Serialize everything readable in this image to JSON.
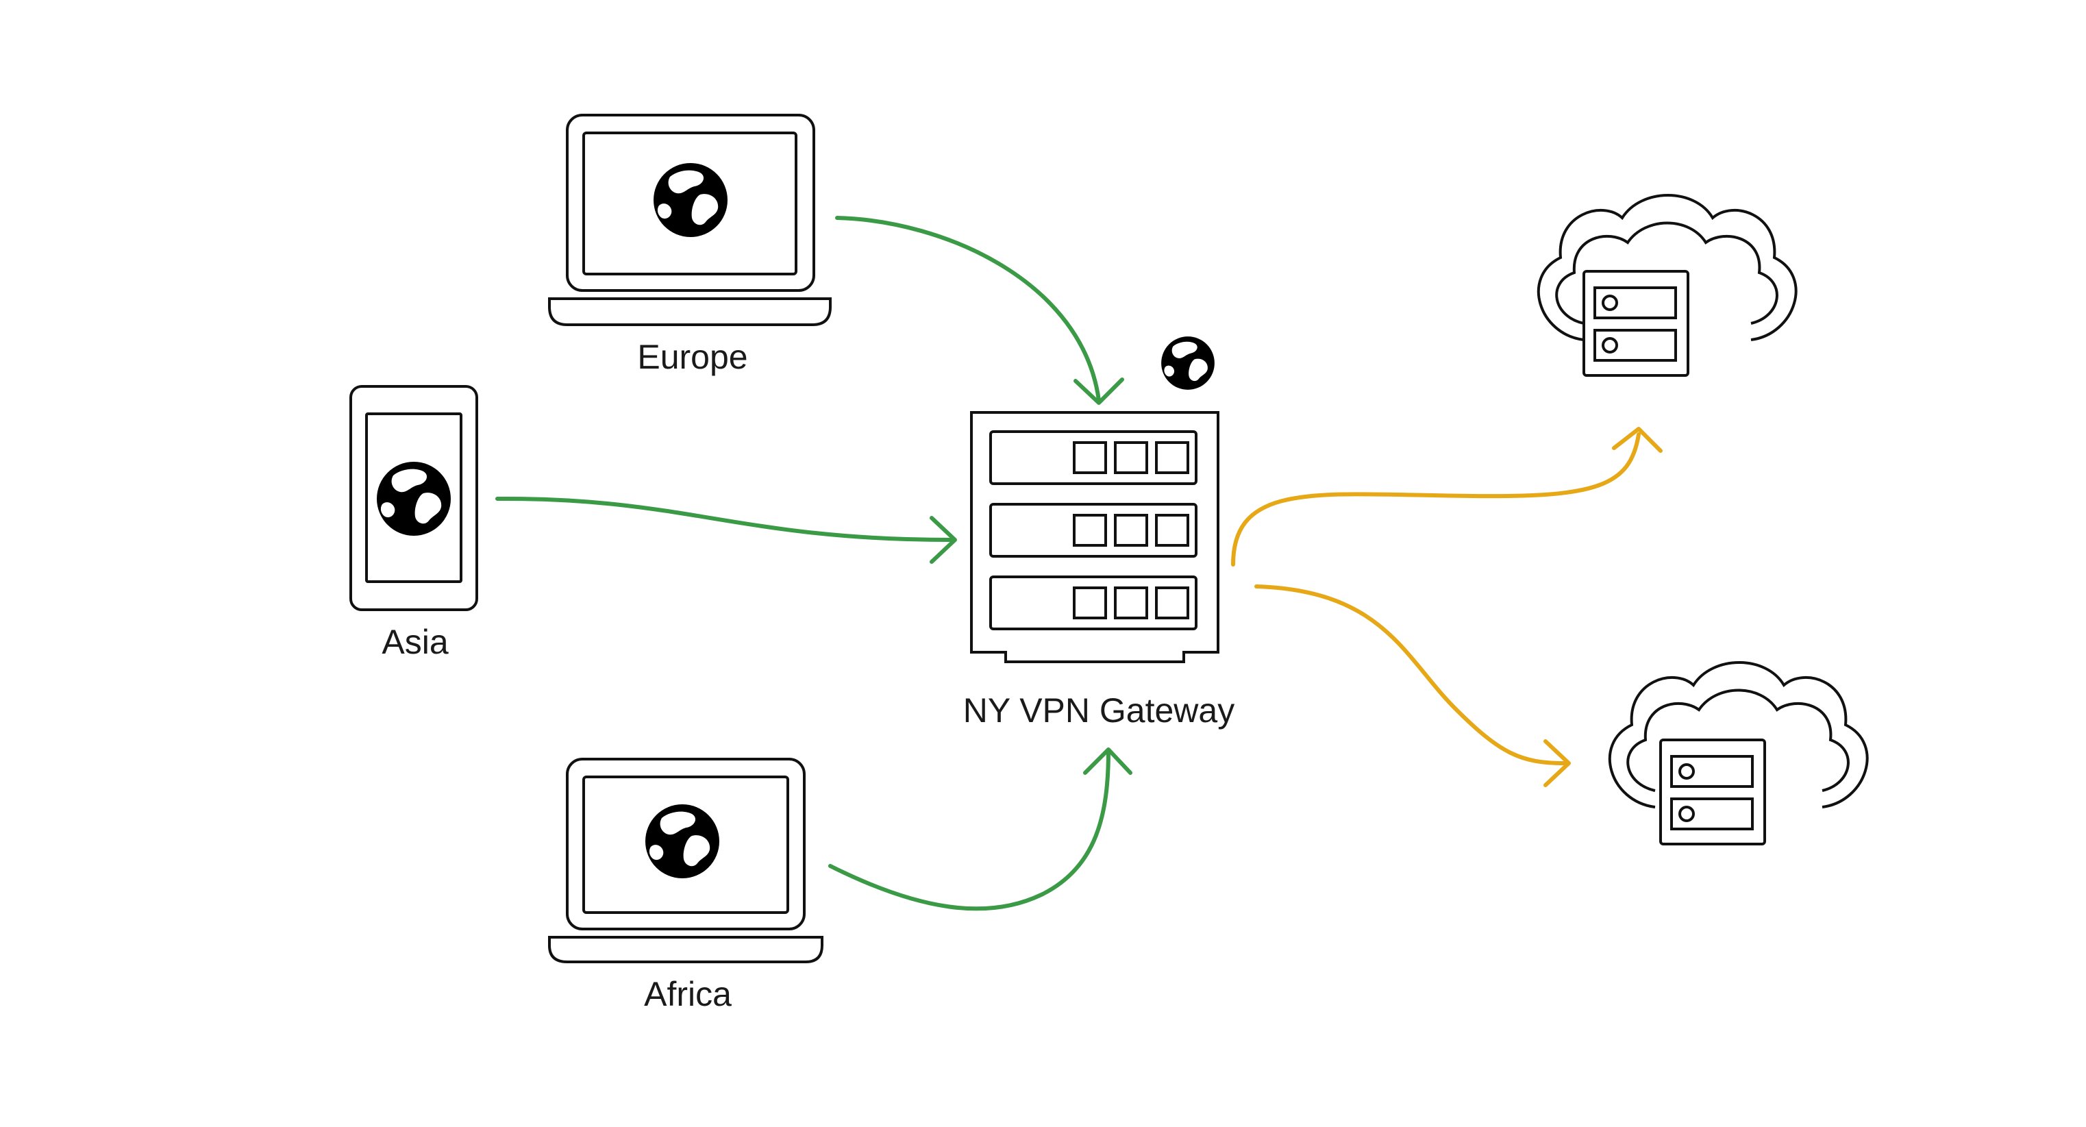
{
  "nodes": {
    "europe": {
      "label": "Europe",
      "device": "laptop",
      "icon": "globe-icon"
    },
    "asia": {
      "label": "Asia",
      "device": "phone",
      "icon": "globe-icon"
    },
    "africa": {
      "label": "Africa",
      "device": "laptop",
      "icon": "globe-icon"
    },
    "gateway": {
      "label": "NY VPN Gateway",
      "device": "server-rack",
      "icon": "globe-icon"
    },
    "cloud_top": {
      "device": "cloud-server",
      "icon": "cloud-server-icon"
    },
    "cloud_bottom": {
      "device": "cloud-server",
      "icon": "cloud-server-icon"
    }
  },
  "colors": {
    "inbound_arrow": "#3a9a46",
    "outbound_arrow": "#e6a817",
    "stroke": "#111111"
  }
}
